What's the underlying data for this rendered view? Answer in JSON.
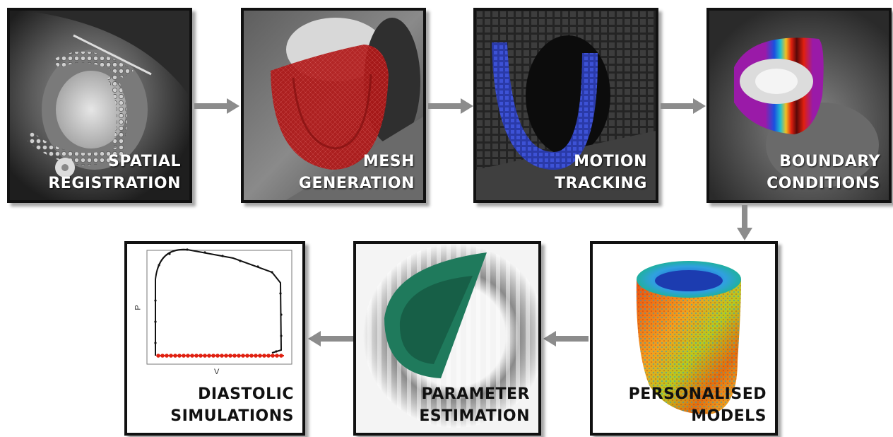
{
  "steps": [
    {
      "line1": "SPATIAL",
      "line2": "REGISTRATION"
    },
    {
      "line1": "MESH",
      "line2": "GENERATION"
    },
    {
      "line1": "MOTION",
      "line2": "TRACKING"
    },
    {
      "line1": "BOUNDARY",
      "line2": "CONDITIONS"
    },
    {
      "line1": "PERSONALISED",
      "line2": "MODELS"
    },
    {
      "line1": "PARAMETER",
      "line2": "ESTIMATION"
    },
    {
      "line1": "DIASTOLIC",
      "line2": "SIMULATIONS"
    }
  ],
  "pv_plot": {
    "ylabel": "P",
    "xlabel": "V"
  },
  "colors": {
    "frame": "#111111",
    "arrow": "#8c8c8c",
    "mesh_red": "#b01818",
    "tracking_blue": "#2a3aa8",
    "boundary_purple": "#9a1aa8",
    "param_green": "#1f7a5c",
    "pv_loop": "#111111",
    "pv_filling": "#e02010"
  }
}
